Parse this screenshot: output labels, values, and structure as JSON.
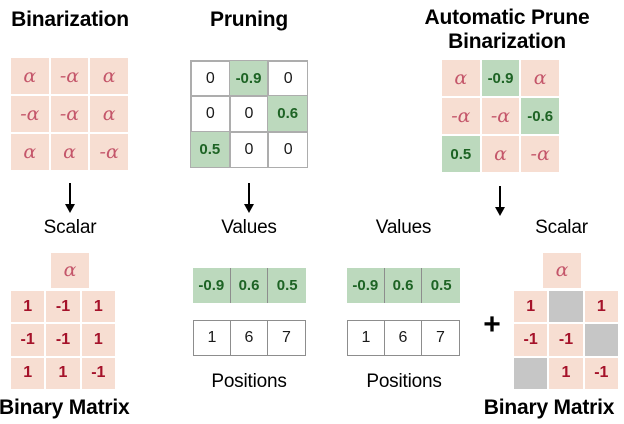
{
  "figure": {
    "columns": [
      {
        "id": "binarization",
        "title": "Binarization",
        "matrix": {
          "name": "binarized-weight-matrix",
          "rows": [
            [
              "α",
              "-α",
              "α"
            ],
            [
              "-α",
              "-α",
              "α"
            ],
            [
              "α",
              "α",
              "-α"
            ]
          ]
        },
        "scalar_label": "Scalar",
        "scalar_value": "α",
        "binary_matrix_label": "Binary Matrix",
        "binary_rows": [
          [
            "1",
            "-1",
            "1"
          ],
          [
            "-1",
            "-1",
            "1"
          ],
          [
            "1",
            "1",
            "-1"
          ]
        ]
      },
      {
        "id": "pruning",
        "title": "Pruning",
        "matrix": {
          "name": "pruned-weight-matrix",
          "rows": [
            [
              "0",
              "-0.9",
              "0"
            ],
            [
              "0",
              "0",
              "0.6"
            ],
            [
              "0.5",
              "0",
              "0"
            ]
          ],
          "kept": [
            [
              false,
              true,
              false
            ],
            [
              false,
              false,
              true
            ],
            [
              true,
              false,
              false
            ]
          ]
        },
        "values_label": "Values",
        "values": [
          "-0.9",
          "0.6",
          "0.5"
        ],
        "positions_label": "Positions",
        "positions": [
          "1",
          "6",
          "7"
        ]
      },
      {
        "id": "apb",
        "title": "Automatic Prune Binarization",
        "title_line1": "Automatic Prune",
        "title_line2": "Binarization",
        "matrix": {
          "name": "apb-weight-matrix",
          "rows": [
            [
              "α",
              "-0.9",
              "α"
            ],
            [
              "-α",
              "-α",
              "-0.6"
            ],
            [
              "0.5",
              "α",
              "-α"
            ]
          ],
          "kinds": [
            [
              "alpha",
              "value",
              "alpha"
            ],
            [
              "alpha",
              "alpha",
              "value"
            ],
            [
              "value",
              "alpha",
              "alpha"
            ]
          ]
        },
        "values_label": "Values",
        "values": [
          "-0.9",
          "0.6",
          "0.5"
        ],
        "positions_label": "Positions",
        "positions": [
          "1",
          "6",
          "7"
        ],
        "plus_sign": "+",
        "scalar_label": "Scalar",
        "scalar_value": "α",
        "binary_matrix_label": "Binary Matrix",
        "binary_rows": [
          [
            "1",
            "",
            "1"
          ],
          [
            "-1",
            "-1",
            ""
          ],
          [
            "",
            "1",
            "-1"
          ]
        ],
        "binary_masked": [
          [
            false,
            true,
            false
          ],
          [
            false,
            false,
            true
          ],
          [
            true,
            false,
            false
          ]
        ]
      }
    ],
    "colors": {
      "pink_cell": "#f7ded2",
      "pink_text": "#a5122a",
      "alpha_text": "#c4566a",
      "green_cell": "#bcd9bd",
      "green_text": "#1d6324",
      "grey_cell": "#c6c6c6",
      "white_cell": "#ffffff",
      "border": "#adadad",
      "text": "#000000"
    }
  }
}
